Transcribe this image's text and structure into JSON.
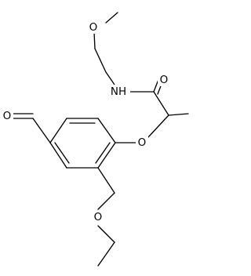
{
  "figure": {
    "kind": "chemical structure diagram",
    "bond_color": "#000000",
    "background_color": "#ffffff",
    "atom_labels": {
      "o_methoxy": "O",
      "n_amide": "NH",
      "o_carbonyl": "O",
      "o_ether_aryl": "O",
      "o_aldehyde": "O",
      "o_ethoxy": "O"
    }
  }
}
